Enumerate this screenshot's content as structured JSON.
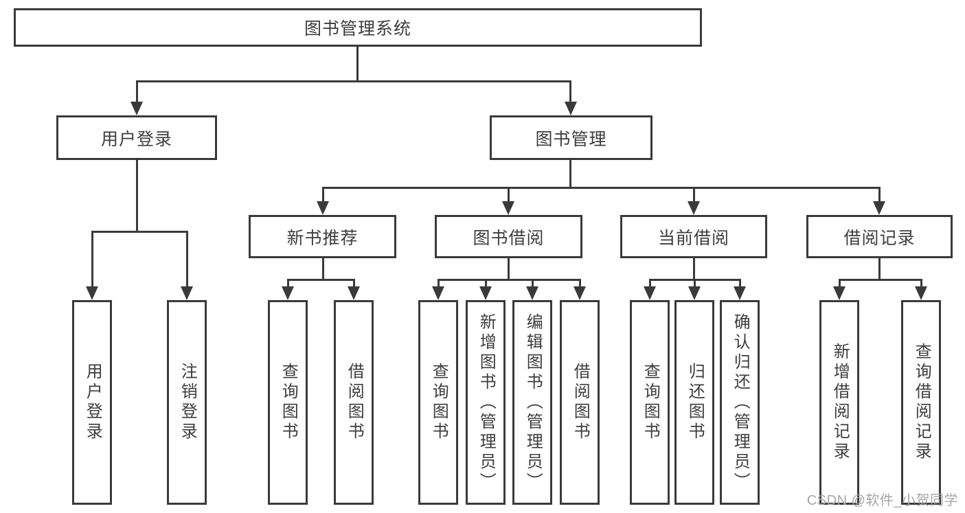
{
  "diagram": {
    "root": {
      "label": "图书管理系统"
    },
    "level2": [
      {
        "id": "user-login",
        "label": "用户登录"
      },
      {
        "id": "book-management",
        "label": "图书管理"
      }
    ],
    "level3": [
      {
        "id": "new-book-recommendation",
        "label": "新书推荐"
      },
      {
        "id": "book-borrowing",
        "label": "图书借阅"
      },
      {
        "id": "current-borrowing",
        "label": "当前借阅"
      },
      {
        "id": "borrowing-records",
        "label": "借阅记录"
      }
    ],
    "leaves": {
      "user_login": [
        {
          "label": "用户登录"
        },
        {
          "label": "注销登录"
        }
      ],
      "new_book_recommendation": [
        {
          "label": "查询图书"
        },
        {
          "label": "借阅图书"
        }
      ],
      "book_borrowing": [
        {
          "label": "查询图书"
        },
        {
          "label": "新增图书（管理员）"
        },
        {
          "label": "编辑图书（管理员）"
        },
        {
          "label": "借阅图书"
        }
      ],
      "current_borrowing": [
        {
          "label": "查询图书"
        },
        {
          "label": "归还图书"
        },
        {
          "label": "确认归还（管理员）"
        }
      ],
      "borrowing_records": [
        {
          "label": "新增借阅记录"
        },
        {
          "label": "查询借阅记录"
        }
      ]
    }
  },
  "watermark": {
    "text": "CSDN @软件_小贺同学"
  },
  "colors": {
    "line": "#3a3a3a",
    "text": "#3d3d3d",
    "background": "#ffffff",
    "watermark": "#a6a6a6"
  }
}
